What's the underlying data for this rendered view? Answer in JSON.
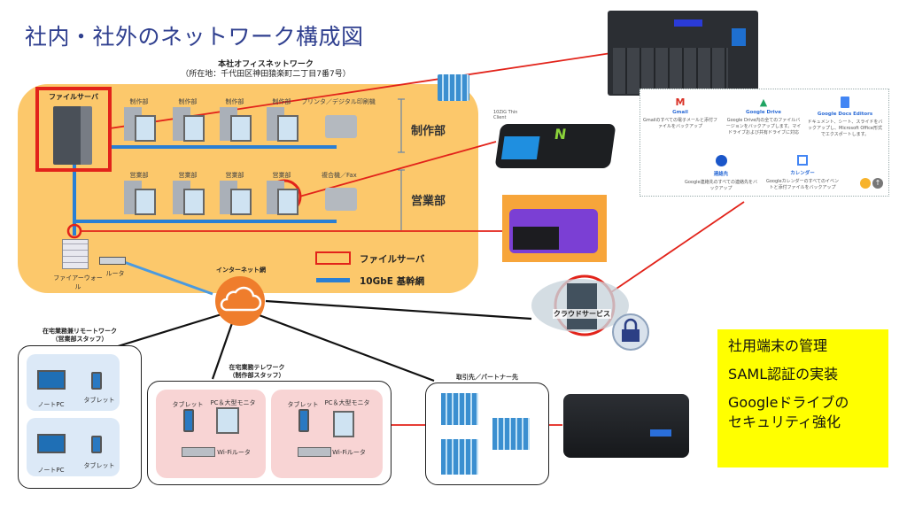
{
  "title": "社内・社外のネットワーク構成図",
  "office": {
    "name": "本社オフィスネットワーク",
    "address": "（所在地：千代田区神田猿楽町二丁目7番7号）",
    "file_server_label": "ファイルサーバ",
    "production_pcs": [
      "制作部",
      "制作部",
      "制作部",
      "制作部"
    ],
    "printer_label": "プリンタ／デジタル印刷機",
    "sales_pcs": [
      "営業部",
      "営業部",
      "営業部",
      "営業部"
    ],
    "mfp_label": "複合機／Fax",
    "dept_production": "制作部",
    "dept_sales": "営業部",
    "firewall_label": "ファイアーウォール",
    "router_label": "ルータ",
    "legend": {
      "file_server": "ファイルサーバ",
      "backbone": "10GbE 基幹網"
    }
  },
  "internet_label": "インターネット網",
  "cloud_service_label": "クラウドサービス",
  "remote_sales": {
    "title": "在宅業務兼リモートワーク",
    "subtitle": "（営業部スタッフ）",
    "units": [
      {
        "laptop": "ノートPC",
        "tablet": "タブレット"
      },
      {
        "laptop": "ノートPC",
        "tablet": "タブレット"
      }
    ]
  },
  "telework_production": {
    "title": "在宅業務テレワーク",
    "subtitle": "（制作部スタッフ）",
    "units": [
      {
        "tablet": "タブレット",
        "pc": "PC＆大型モニタ",
        "router": "Wi-Fiルータ"
      },
      {
        "tablet": "タブレット",
        "pc": "PC＆大型モニタ",
        "router": "Wi-Fiルータ"
      }
    ]
  },
  "partners": {
    "title": "取引先／パートナー先"
  },
  "thin_client_label": "10ZiG Thin Client",
  "google_workspace": {
    "items": [
      {
        "name": "Gmail",
        "desc": "Gmailのすべての電子メールと添付ファイルをバックアップ"
      },
      {
        "name": "Google Drive",
        "desc": "Google Drive内の全てのファイルバージョンをバックアップします。マイドライブおよび共有ドライブに対応"
      },
      {
        "name": "Google Docs Editors",
        "desc": "ドキュメント、シート、スライドをバックアップし、Microsoft Office形式でエクスポートします。"
      },
      {
        "name": "連絡先",
        "desc": "Google連絡先のすべての連絡先をバックアップ"
      },
      {
        "name": "カレンダー",
        "desc": "Googleカレンダーのすべてのイベントと添付ファイルをバックアップ"
      }
    ]
  },
  "highlights": [
    "社用端末の管理",
    "SAML認証の実装",
    "Googleドライブの",
    "セキュリティ強化"
  ],
  "colors": {
    "title": "#2f3f8f",
    "office_bg": "#fcc86b",
    "highlight_red": "#e2231a",
    "backbone_blue": "#2a7fd4",
    "internet_orange": "#ef7d2c",
    "note_yellow": "#ffff00"
  }
}
